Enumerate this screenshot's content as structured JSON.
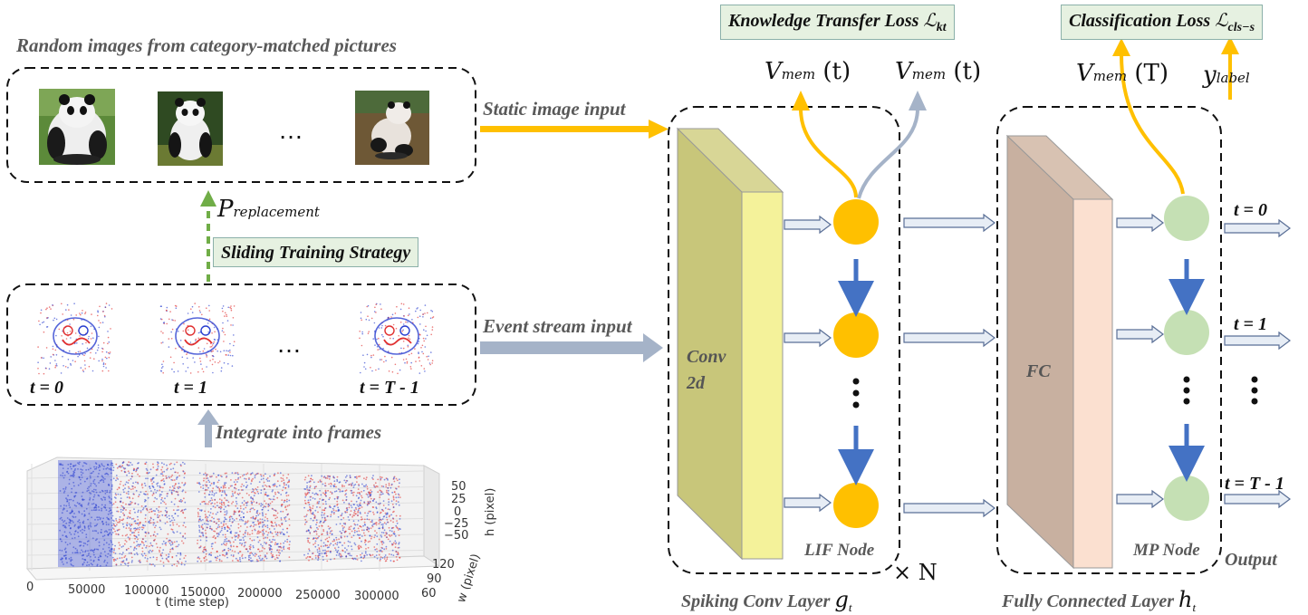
{
  "labels": {
    "random_images_title": "Random images from category-matched pictures",
    "static_input": "Static image input",
    "event_input": "Event stream input",
    "integrate": "Integrate into frames",
    "sliding_strategy": "Sliding Training Strategy",
    "p_replacement_main": "P",
    "p_replacement_sub": "replacement",
    "kt_loss": "Knowledge Transfer Loss ",
    "kt_symbol": "ℒ",
    "kt_sub": "kt",
    "cls_loss": "Classification Loss ",
    "cls_symbol": "ℒ",
    "cls_sub": "cls−s",
    "vmem_t1_main": "V",
    "vmem_t1_sub": "mem",
    "vmem_t1_arg": " (t)",
    "vmem_t2_main": "V",
    "vmem_t2_sub": "mem",
    "vmem_t2_arg": " (t)",
    "vmem_T_main": "V",
    "vmem_T_sub": "mem",
    "vmem_T_arg": " (T)",
    "ylabel_main": "y",
    "ylabel_sub": "label",
    "conv_label_1": "Conv",
    "conv_label_2": "2d",
    "fc_label": "FC",
    "lif_node": "LIF Node",
    "mp_node": "MP Node",
    "times_n": "× N",
    "output": "Output",
    "spiking_layer": "Spiking Conv Layer ",
    "spiking_layer_sym": "g",
    "spiking_layer_sub": "t",
    "fc_layer": "Fully Connected Layer ",
    "fc_layer_sym": "h",
    "fc_layer_sub": "t",
    "ellipsis": "…"
  },
  "frame_labels": [
    "t = 0",
    "t = 1",
    "t = T - 1"
  ],
  "output_labels": [
    "t = 0",
    "t = 1",
    "t = T - 1"
  ],
  "plot3d": {
    "x_ticks": [
      "0",
      "50000",
      "100000",
      "150000",
      "200000",
      "250000",
      "300000"
    ],
    "x_label": "t (time step)",
    "h_ticks": [
      "50",
      "25",
      "0",
      "−25",
      "−50"
    ],
    "h_label": "h (pixel)",
    "w_ticks": [
      "120",
      "90",
      "60"
    ],
    "w_label": "w (pixel)"
  },
  "colors": {
    "lif_node": "#ffc000",
    "mp_node": "#c5e0b4",
    "conv_front": "#f4f29a",
    "conv_side": "#c8c67a",
    "fc_front": "#fbe0d0",
    "fc_side": "#c8b0a0",
    "static_arrow": "#ffc000",
    "event_arrow": "#a5b3c8",
    "node_arrow": "#4472c4",
    "loss_box_fill": "#e6f1e1",
    "loss_box_border": "#8bb0a9",
    "dashed_green": "#70ad47",
    "event_red": "#e03030",
    "event_blue": "#2a3fd0"
  }
}
